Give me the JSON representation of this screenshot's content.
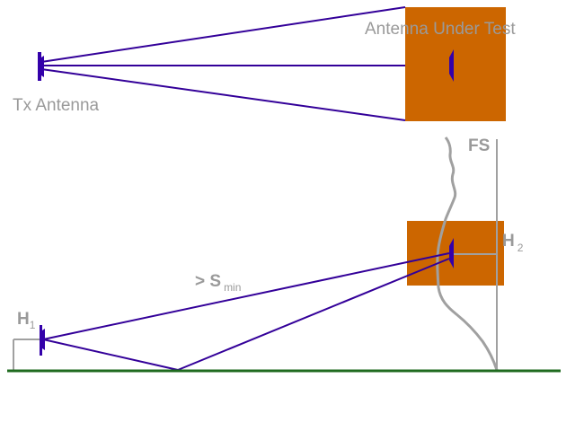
{
  "labels": {
    "aut": "Antenna Under Test",
    "tx": "Tx Antenna",
    "fs": "FS",
    "h2_main": "H",
    "h2_sub": "2",
    "h1_main": "H",
    "h1_sub": "1",
    "smin_main": "> S",
    "smin_sub": "min"
  },
  "colors": {
    "box": "#cc6600",
    "antenna": "#3300aa",
    "ray": "#330099",
    "ground": "#1f6b1f",
    "gray": "#a0a0a0"
  },
  "icons": [
    "tx-antenna-icon",
    "aut-antenna-icon",
    "transmit-antenna-icon",
    "receive-antenna-icon"
  ]
}
